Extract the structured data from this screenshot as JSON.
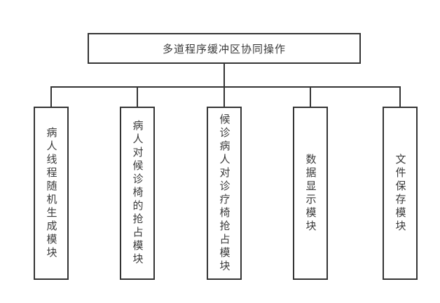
{
  "diagram": {
    "root": {
      "label": "多道程序缓冲区协同操作"
    },
    "modules": [
      {
        "label": "病人线程随机生成模块"
      },
      {
        "label": "病人对候诊椅的抢占模块"
      },
      {
        "label": "候诊病人对诊疗椅抢占模块"
      },
      {
        "label": "数据显示模块"
      },
      {
        "label": "文件保存模块"
      }
    ],
    "colors": {
      "line": "#333333",
      "text": "#3a3a3a",
      "background": "#ffffff"
    }
  }
}
